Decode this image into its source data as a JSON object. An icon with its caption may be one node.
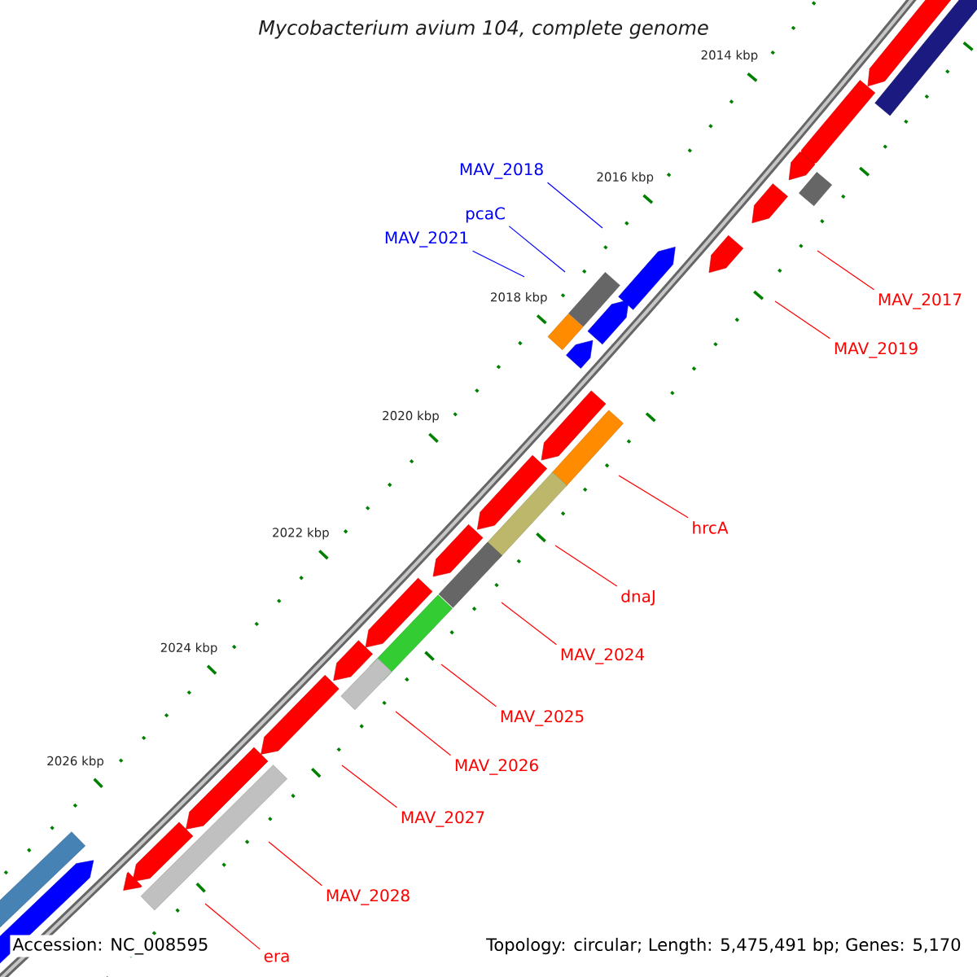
{
  "diagram": {
    "title": "Mycobacterium avium 104, complete genome",
    "nodes": [
      {
        "text": [
          "MAV_2018"
        ]
      },
      {
        "text": [
          "pcaC"
        ]
      },
      {
        "text": [
          "MAV_2021"
        ]
      },
      {
        "text": [
          "MAV_2017"
        ]
      },
      {
        "text": [
          "MAV_2019"
        ]
      },
      {
        "text": [
          "hrcA"
        ]
      },
      {
        "text": [
          "dnaJ"
        ]
      },
      {
        "text": [
          "MAV_2024"
        ]
      },
      {
        "text": [
          "MAV_2025"
        ]
      },
      {
        "text": [
          "MAV_2026"
        ]
      },
      {
        "text": [
          "MAV_2027"
        ]
      },
      {
        "text": [
          "MAV_2028"
        ]
      },
      {
        "text": [
          "era"
        ]
      }
    ],
    "edges": [
      {
        "from": 0,
        "to": null,
        "arrow": "none",
        "color": "#0000ff"
      },
      {
        "from": 1,
        "to": null,
        "arrow": "none",
        "color": "#0000ff"
      },
      {
        "from": 2,
        "to": null,
        "arrow": "none",
        "color": "#0000ff"
      },
      {
        "from": 3,
        "to": null,
        "arrow": "none"
      },
      {
        "from": 4,
        "to": null,
        "arrow": "none"
      },
      {
        "from": 5,
        "to": null,
        "arrow": "none"
      },
      {
        "from": 6,
        "to": null,
        "arrow": "none"
      },
      {
        "from": 7,
        "to": null,
        "arrow": "none"
      },
      {
        "from": 8,
        "to": null,
        "arrow": "none"
      },
      {
        "from": 9,
        "to": null,
        "arrow": "none"
      },
      {
        "from": 10,
        "to": null,
        "arrow": "none"
      },
      {
        "from": 11,
        "to": null,
        "arrow": "none"
      },
      {
        "from": 12,
        "to": null,
        "arrow": "none"
      }
    ],
    "labels": [
      "2014 kbp",
      "2016 kbp",
      "2018 kbp",
      "2020 kbp",
      "2022 kbp",
      "2024 kbp",
      "2026 kbp",
      "Accession: NC_008595",
      "Topology: circular; Length: 5,475,491 bp; Genes: 5,170"
    ]
  }
}
